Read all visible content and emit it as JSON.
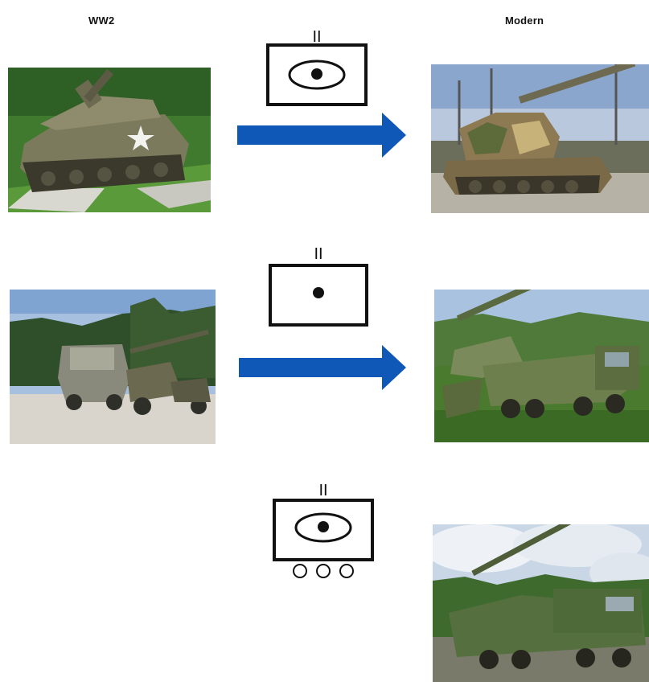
{
  "headers": {
    "left": "WW2",
    "right": "Modern"
  },
  "symbols": {
    "echelon_mark": "II",
    "items": [
      {
        "id": "sp-artillery",
        "icon": "self-propelled-artillery-symbol"
      },
      {
        "id": "towed-artillery",
        "icon": "towed-artillery-symbol"
      },
      {
        "id": "wheeled-sp-artillery",
        "icon": "wheeled-self-propelled-artillery-symbol"
      }
    ]
  },
  "arrows": {
    "color": "#1058b8",
    "icon": "right-arrow-icon"
  },
  "photos": [
    {
      "id": "ww2-sp-howitzer",
      "icon": "tracked-howitzer-photo"
    },
    {
      "id": "ww2-towed-gun",
      "icon": "truck-towed-gun-photo"
    },
    {
      "id": "modern-sp-howitzer",
      "icon": "modern-tracked-howitzer-photo"
    },
    {
      "id": "modern-wheeled-gun",
      "icon": "modern-truck-mounted-gun-photo"
    },
    {
      "id": "modern-wheeled-gun-2",
      "icon": "modern-truck-mounted-gun-photo"
    }
  ]
}
